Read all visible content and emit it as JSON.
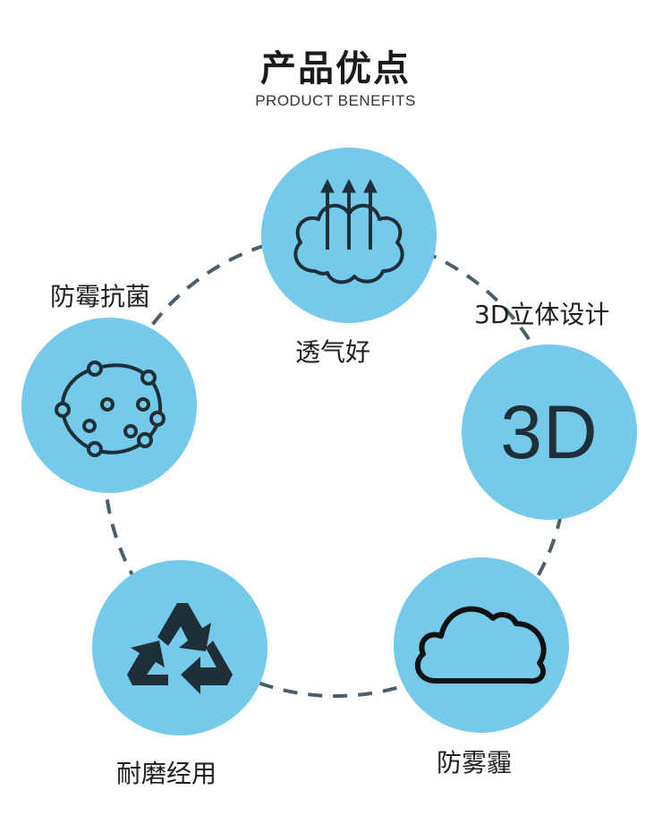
{
  "header": {
    "title": "产品优点",
    "subtitle": "PRODUCT BENEFITS"
  },
  "colors": {
    "circle": "#75c9ea",
    "dash": "#4b5f6a",
    "icon": "#1f2f38"
  },
  "benefits": [
    {
      "label": "透气好",
      "icon": "cloud-arrows-icon"
    },
    {
      "label": "3D立体设计",
      "icon": "3d-text",
      "text": "3D"
    },
    {
      "label": "防雾霾",
      "icon": "cloud-icon"
    },
    {
      "label": "耐磨经用",
      "icon": "recycle-icon"
    },
    {
      "label": "防霉抗菌",
      "icon": "bacteria-icon"
    }
  ]
}
